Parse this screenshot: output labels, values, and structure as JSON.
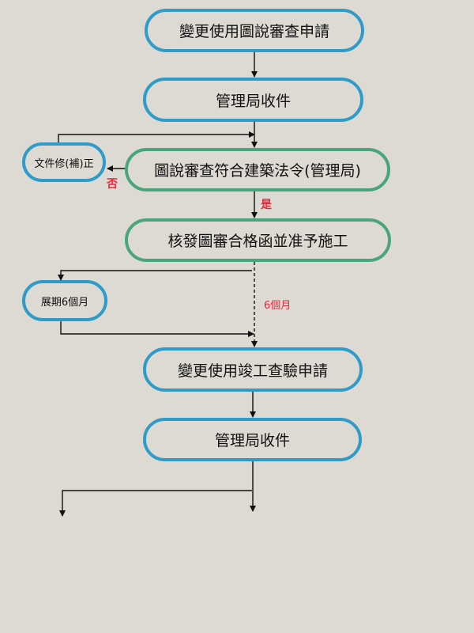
{
  "colors": {
    "background": "#dddad3",
    "blue_border": "#2e9bc8",
    "green_border": "#4aa57c",
    "label_red": "#e8283a",
    "line": "#111111"
  },
  "nodes": {
    "change_review_request": "變更使用圖說審查申請",
    "admin_receipt_1": "管理局收件",
    "document_correction": "文件修(補)正",
    "review_compliance": "圖說審查符合建築法令(管理局)",
    "approval_letter": "核發圖審合格函並准予施工",
    "extension_6_months": "展期6個月",
    "completion_inspection_request": "變更使用竣工查驗申請",
    "admin_receipt_2": "管理局收件"
  },
  "labels": {
    "no": "否",
    "yes": "是",
    "six_months": "6個月"
  }
}
